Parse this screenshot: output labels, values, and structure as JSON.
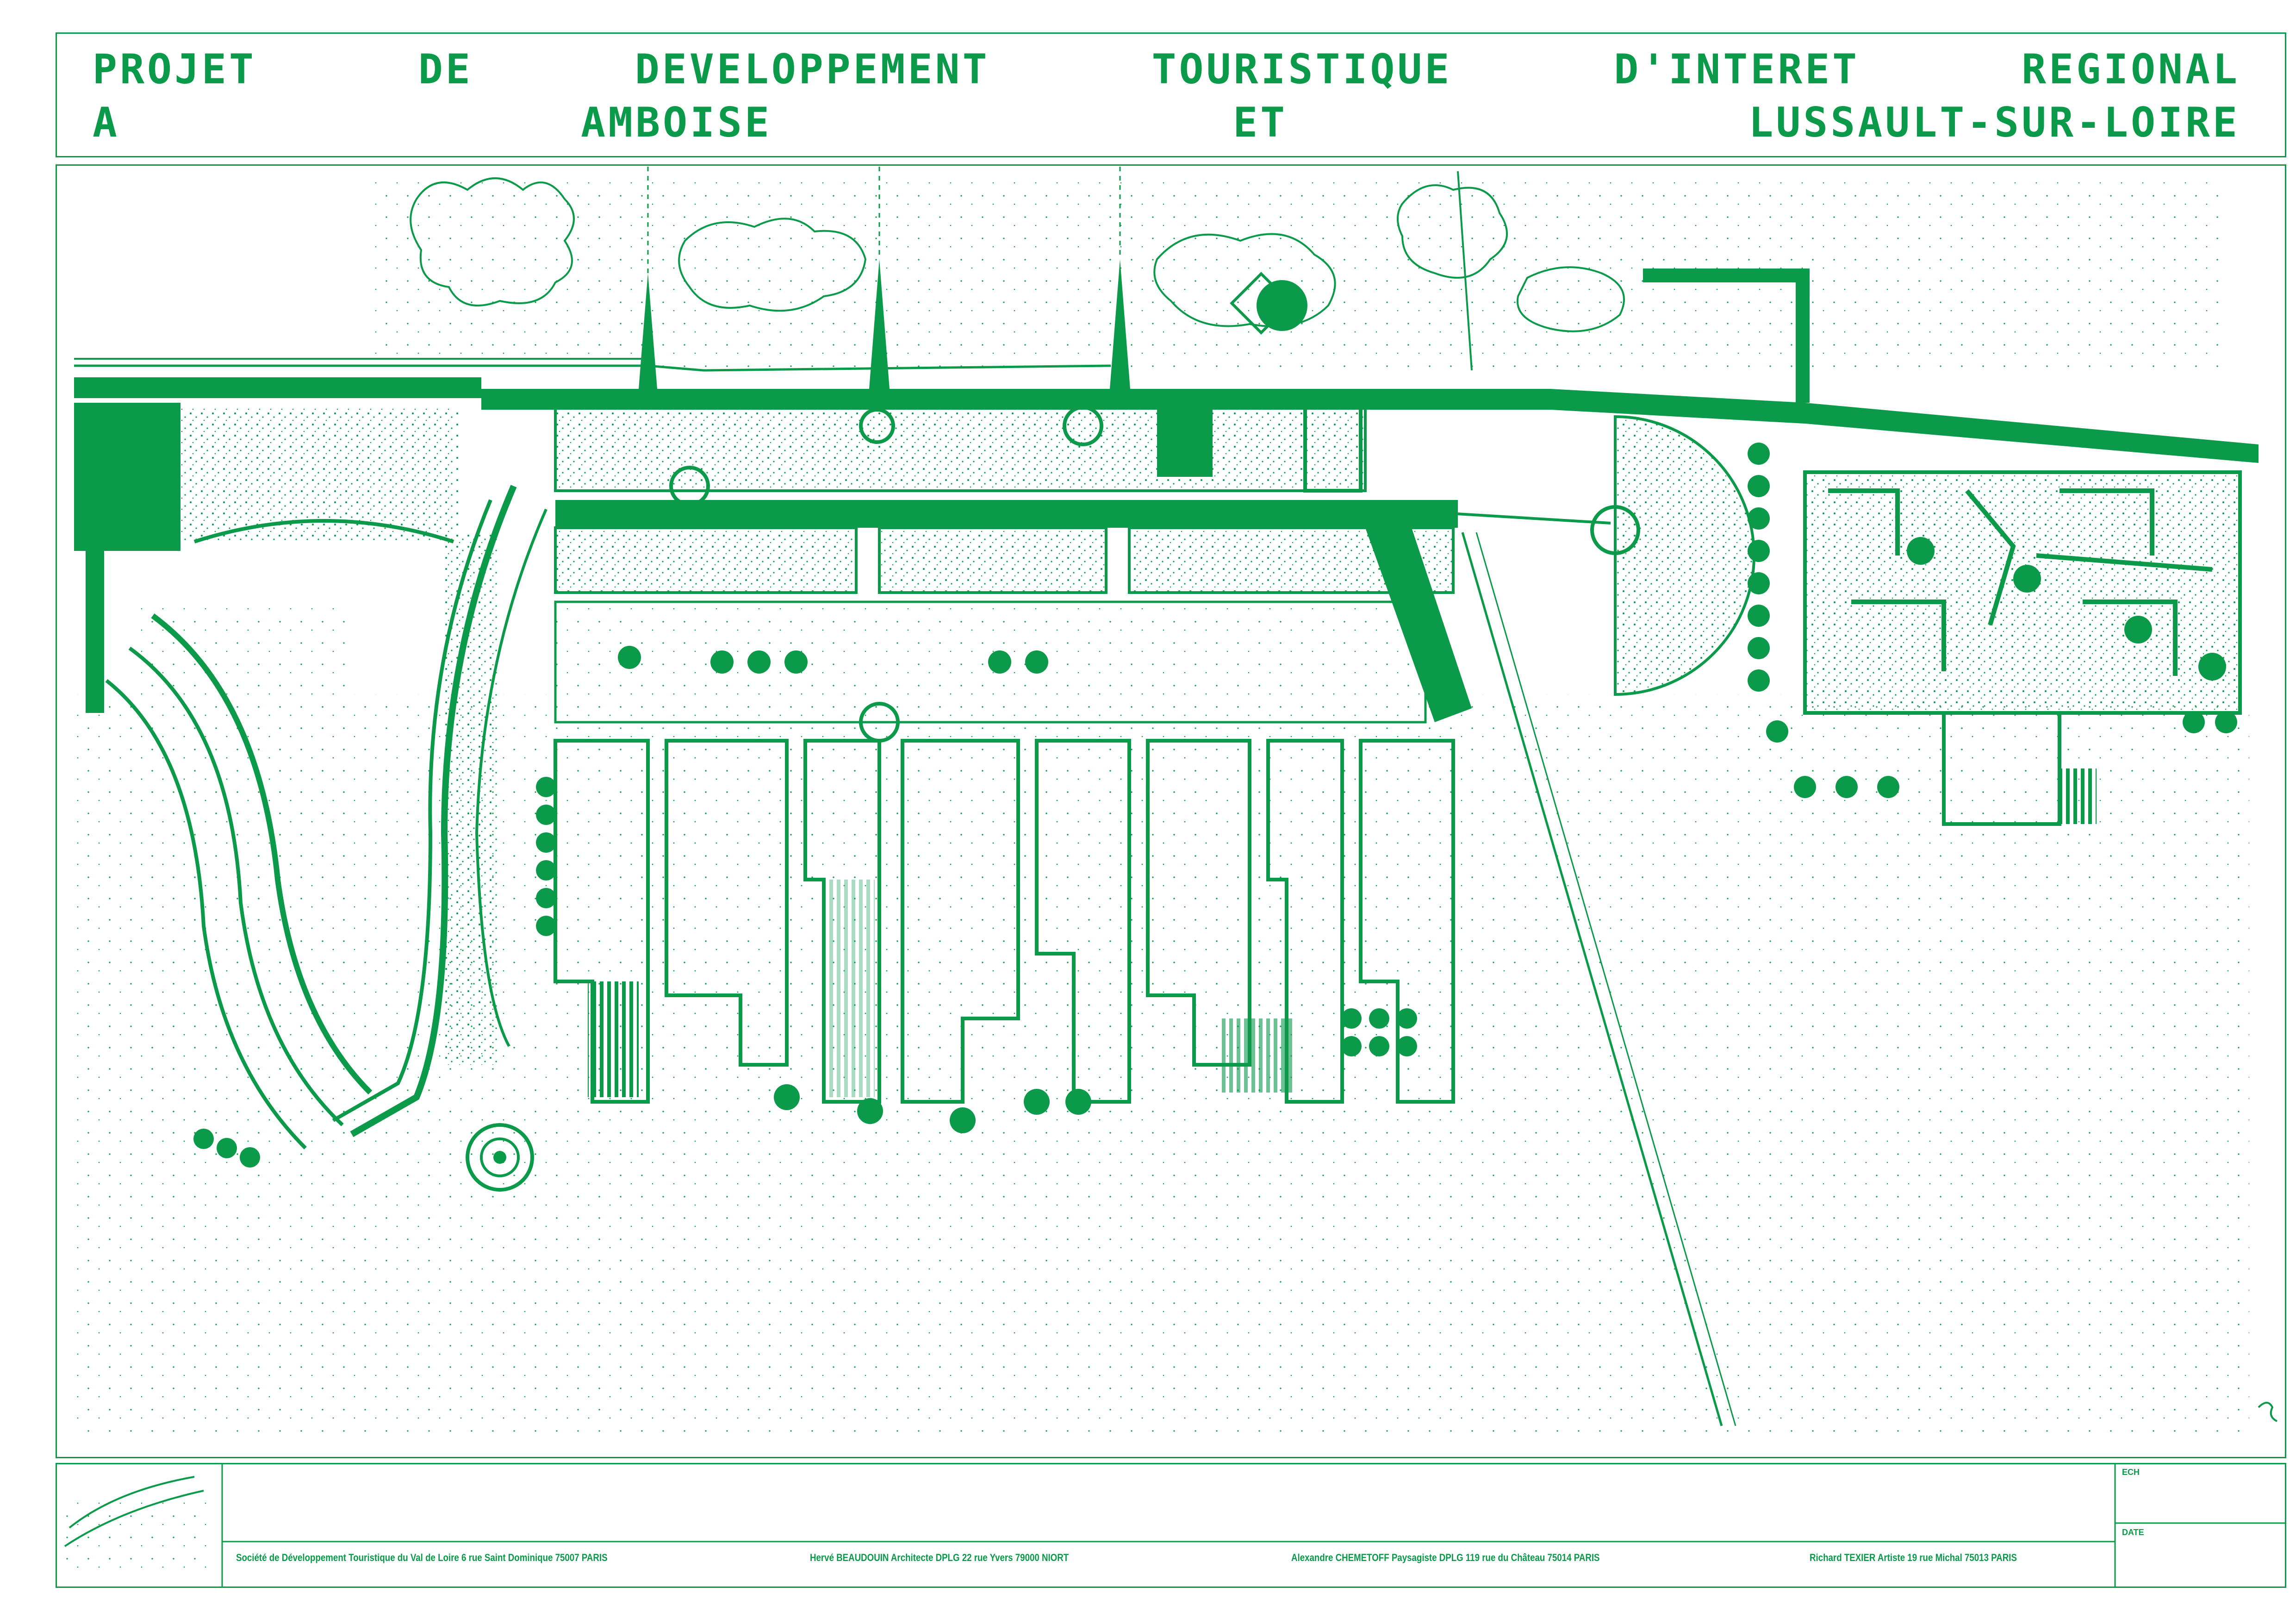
{
  "title": {
    "line1": "PROJET DE DEVELOPPEMENT TOURISTIQUE D'INTERET REGIONAL",
    "line2": "A AMBOISE ET LUSSAULT-SUR-LOIRE"
  },
  "credits": [
    "Société de Développement Touristique du Val de Loire  6 rue Saint Dominique 75007 PARIS",
    "Hervé BEAUDOUIN Architecte DPLG 22 rue Yvers 79000 NIORT",
    "Alexandre CHEMETOFF Paysagiste DPLG 119 rue du Château 75014 PARIS",
    "Richard TEXIER Artiste 19 rue Michal 75013 PARIS"
  ],
  "title_block": {
    "scale_label": "ECH",
    "date_label": "DATE"
  },
  "colors": {
    "ink": "#0a9a4a",
    "paper": "#ffffff"
  }
}
